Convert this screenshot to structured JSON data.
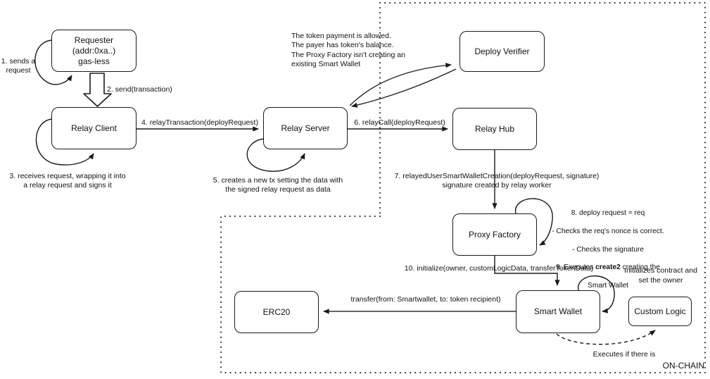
{
  "colors": {
    "line": "#1a1a1a",
    "background": "#ffffff"
  },
  "nodes": {
    "requester": "Requester\n(addr:0xa..)\ngas-less",
    "relay_client": "Relay Client",
    "relay_server": "Relay Server",
    "deploy_verifier": "Deploy Verifier",
    "relay_hub": "Relay Hub",
    "proxy_factory": "Proxy Factory",
    "smart_wallet": "Smart Wallet",
    "erc20": "ERC20",
    "custom_logic": "Custom Logic"
  },
  "labels": {
    "step1": "1. sends a\nrequest",
    "step2": "2. send(transaction)",
    "step3": "3. receives request, wrapping it into\na relay request and signs it",
    "step4": "4. relayTransaction(deployRequest)",
    "step5": "5. creates a new tx setting the data with\nthe signed relay request as data",
    "step6": "6. relayCall(deployRequest)",
    "step7": "7. relayedUserSmartWalletCreation(deployRequest, signature)\nsignature created by relay worker",
    "verifier_note": "The token payment is allowed.\nThe payer has token's balance.\nThe Proxy Factory isn't creating an\nexisting Smart Wallet",
    "step8_line1": "8. deploy request = req",
    "step8_line2": "- Checks the req's nonce is correct.",
    "step8_line3": "- Checks the signature",
    "step9_pre": "9. Executes ",
    "step9_bold": "create2",
    "step9_post": " creating the",
    "step9_line2": "Smart Wallet",
    "step10": "10. initialize(owner, customLogicData, transferTokenData)",
    "wallet_note": "Initializes contract and\nset the owner",
    "transfer": "transfer(from: Smartwallet, to: token recipient)",
    "executes": "Executes if there is",
    "onchain": "ON-CHAIN"
  }
}
